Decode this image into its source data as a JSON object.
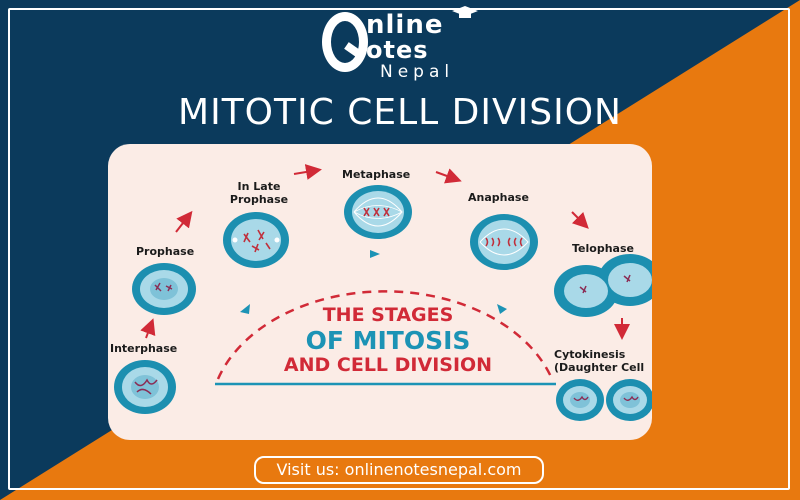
{
  "logo": {
    "word1": "nline",
    "word2": "otes",
    "word3": "Nepal"
  },
  "title": "MITOTIC CELL DIVISION",
  "diagram": {
    "phases": [
      {
        "label": "Interphase"
      },
      {
        "label": "Prophase"
      },
      {
        "label": "In Late Prophase"
      },
      {
        "label": "Metaphase"
      },
      {
        "label": "Anaphase"
      },
      {
        "label": "Telophase"
      },
      {
        "label": "Cytokinesis (Daughter Cell"
      }
    ],
    "heading": {
      "line1": "THE STAGES",
      "line2": "OF MITOSIS",
      "line3": "AND CELL DIVISION"
    }
  },
  "footer": {
    "visit": "Visit us: onlinenotesnepal.com"
  },
  "colors": {
    "navy": "#0b3a5c",
    "orange": "#e8790f",
    "teal": "#1c93b5",
    "red": "#d12a37"
  }
}
